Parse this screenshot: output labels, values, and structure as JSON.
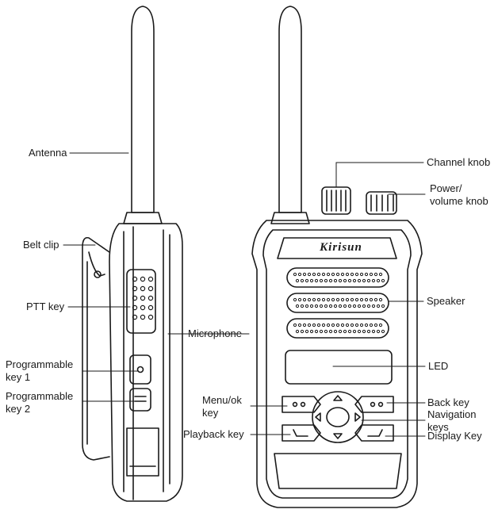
{
  "labels": {
    "antenna": "Antenna",
    "belt_clip": "Belt clip",
    "ptt_key": "PTT key",
    "microphone": "Microphone",
    "programmable_key_1": "Programmable\nkey 1",
    "programmable_key_2": "Programmable\nkey 2",
    "channel_knob": "Channel knob",
    "power_volume_knob": "Power/\nvolume knob",
    "speaker": "Speaker",
    "led": "LED",
    "menu_ok_key": "Menu/ok\nkey",
    "back_key": "Back key",
    "navigation_keys": "Navigation\nkeys",
    "playback_key": "Playback key",
    "display_key": "Display Key"
  },
  "brand_logo": "Kirisun",
  "colors": {
    "line": "#1a1a1a",
    "background": "#ffffff"
  }
}
